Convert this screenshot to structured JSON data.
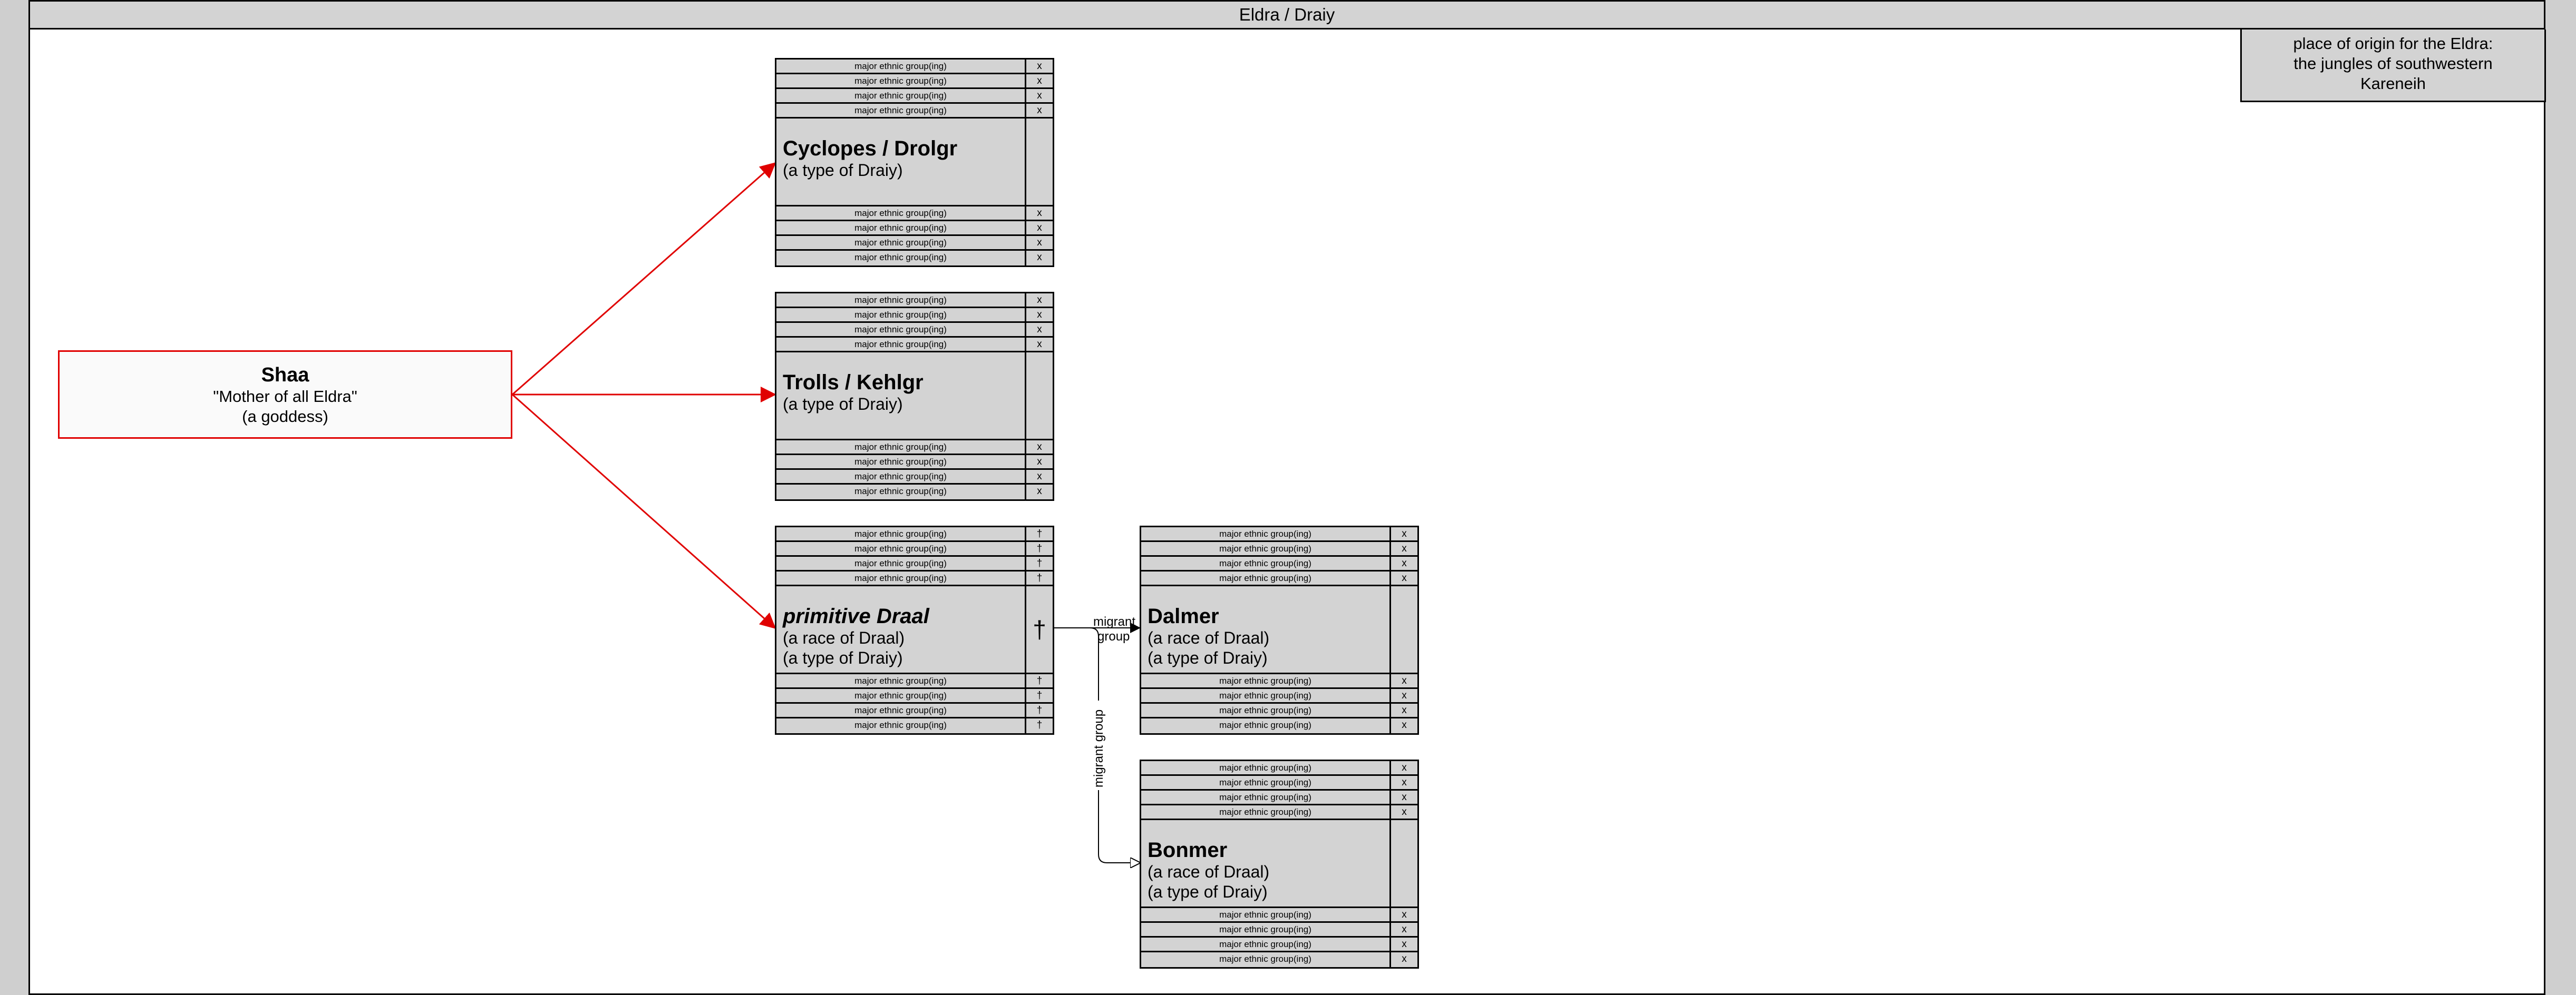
{
  "title": "Eldra / Draiy",
  "origin_note": [
    "place of origin for the Eldra:",
    "the jungles of southwestern",
    "Kareneih"
  ],
  "root": {
    "name": "Shaa",
    "line1": "\"Mother of all Eldra\"",
    "line2": "(a goddess)"
  },
  "row_label": "major ethnic group(ing)",
  "marker_x": "x",
  "marker_dagger": "†",
  "entities": [
    {
      "id": "cyclopes",
      "name": "Cyclopes / Drolgr",
      "sub": [
        "(a type of Draiy)"
      ],
      "marker": "x",
      "main_marker": "",
      "italic": false
    },
    {
      "id": "trolls",
      "name": "Trolls / Kehlgr",
      "sub": [
        "(a type of Draiy)"
      ],
      "marker": "x",
      "main_marker": "",
      "italic": false
    },
    {
      "id": "primitive-draal",
      "name": "primitive Draal",
      "sub": [
        "(a race of Draal)",
        "(a type of Draiy)"
      ],
      "marker": "†",
      "main_marker": "†",
      "italic": true
    },
    {
      "id": "dalmer",
      "name": "Dalmer",
      "sub": [
        "(a race of Draal)",
        "(a type of Draiy)"
      ],
      "marker": "x",
      "main_marker": "",
      "italic": false
    },
    {
      "id": "bonmer",
      "name": "Bonmer",
      "sub": [
        "(a race of Draal)",
        "(a type of Draiy)"
      ],
      "marker": "x",
      "main_marker": "",
      "italic": false
    }
  ],
  "edge_labels": {
    "migrant_group_a": "migrant",
    "migrant_group_b": "group",
    "migrant_group_vertical": "migrant group"
  },
  "colors": {
    "root_border": "#e00000",
    "box_fill": "#d3d3d3",
    "edge_red": "#e00000",
    "edge_black": "#000000"
  }
}
